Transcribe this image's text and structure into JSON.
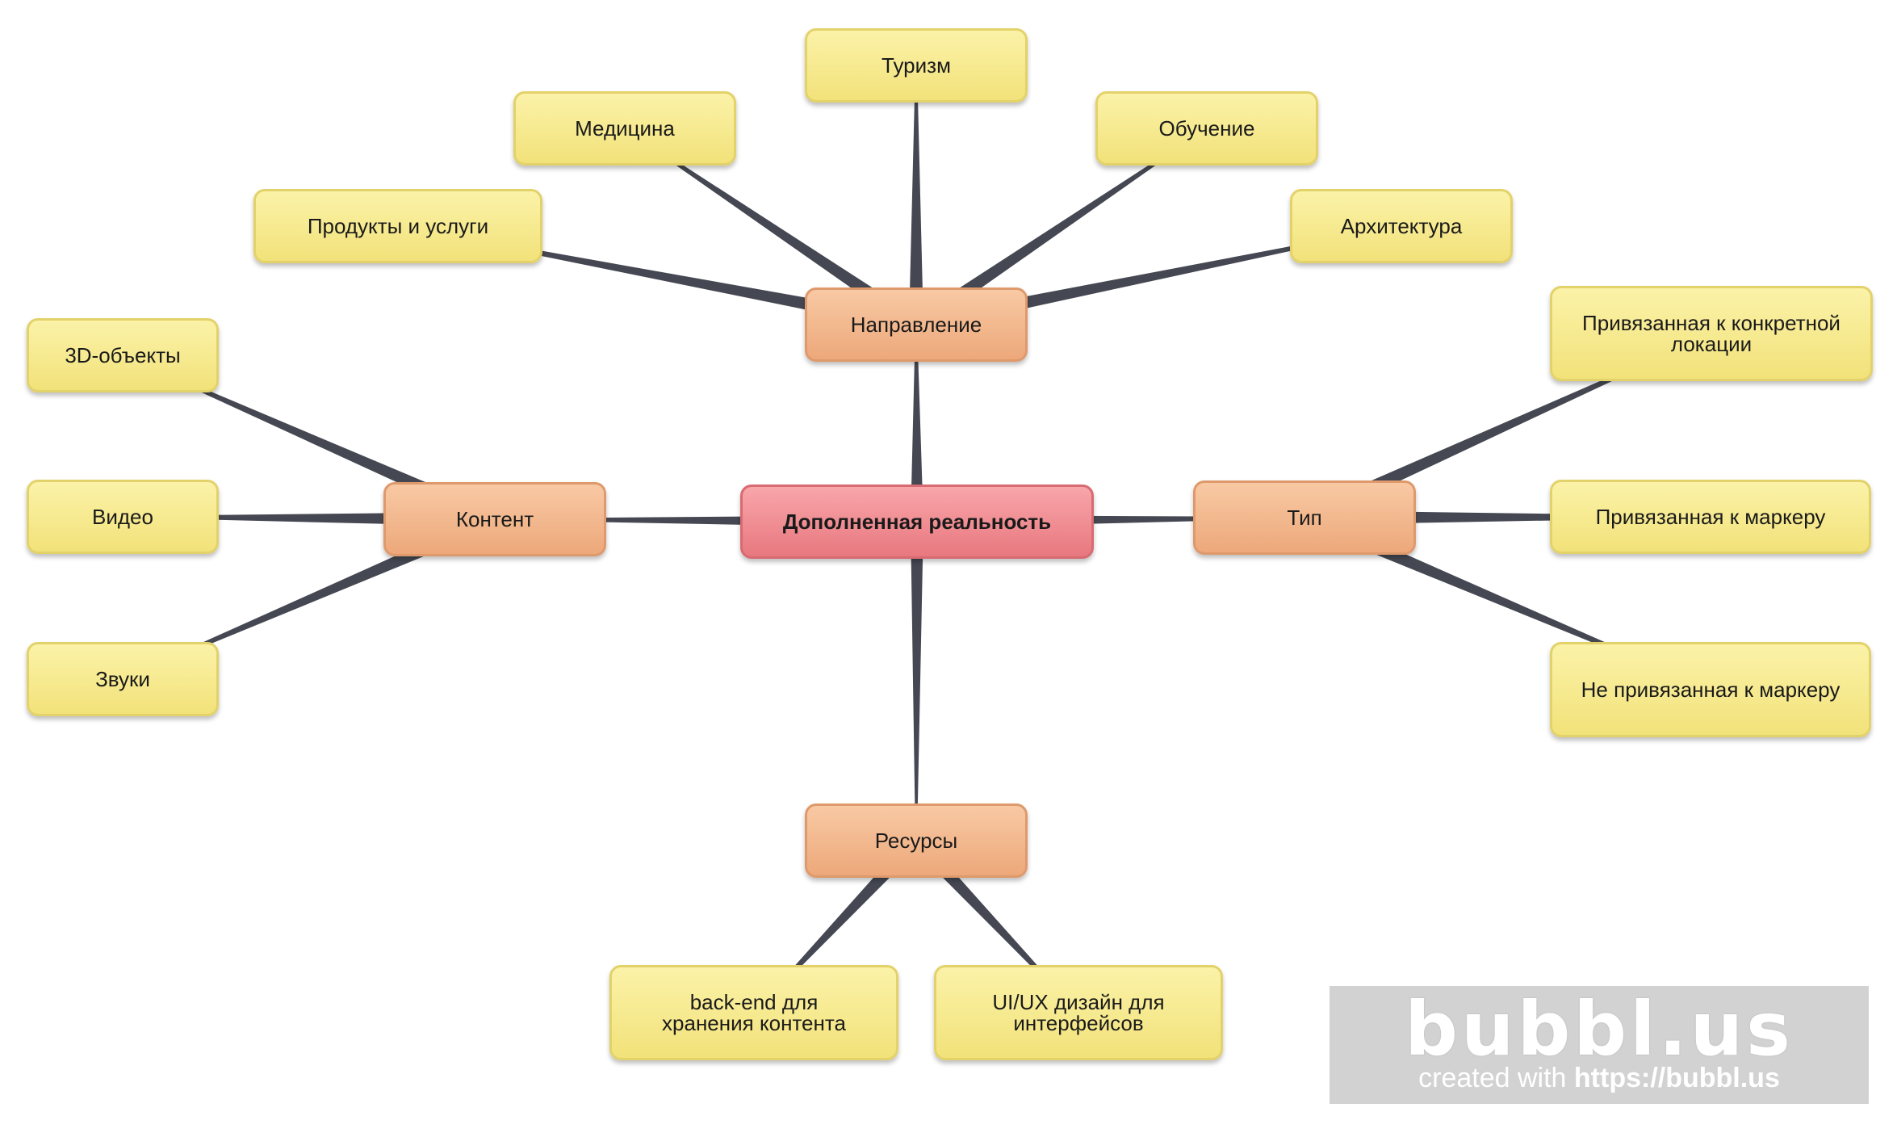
{
  "diagram": {
    "root": {
      "id": "root",
      "label": "Дополненная реальность"
    },
    "branches": [
      {
        "id": "b-dir",
        "label": "Направление"
      },
      {
        "id": "b-content",
        "label": "Контент"
      },
      {
        "id": "b-type",
        "label": "Тип"
      },
      {
        "id": "b-res",
        "label": "Ресурсы"
      }
    ],
    "leaves": [
      {
        "id": "l-tourism",
        "label": "Туризм",
        "parent": "b-dir"
      },
      {
        "id": "l-medicine",
        "label": "Медицина",
        "parent": "b-dir"
      },
      {
        "id": "l-learning",
        "label": "Обучение",
        "parent": "b-dir"
      },
      {
        "id": "l-products",
        "label": "Продукты и услуги",
        "parent": "b-dir"
      },
      {
        "id": "l-arch",
        "label": "Архитектура",
        "parent": "b-dir"
      },
      {
        "id": "l-3d",
        "label": "3D-объекты",
        "parent": "b-content"
      },
      {
        "id": "l-video",
        "label": "Видео",
        "parent": "b-content"
      },
      {
        "id": "l-sound",
        "label": "Звуки",
        "parent": "b-content"
      },
      {
        "id": "l-location",
        "label": "Привязанная к конкретной\nлокации",
        "parent": "b-type"
      },
      {
        "id": "l-marker",
        "label": "Привязанная к маркеру",
        "parent": "b-type"
      },
      {
        "id": "l-nomarker",
        "label": "Не привязанная к маркеру",
        "parent": "b-type"
      },
      {
        "id": "l-backend",
        "label": "back-end для\nхранения контента",
        "parent": "b-res"
      },
      {
        "id": "l-uiux",
        "label": "UI/UX дизайн для\nинтерфейсов",
        "parent": "b-res"
      }
    ]
  },
  "watermark": {
    "logo": "bubbl.us",
    "prefix": "created with",
    "url": "https://bubbl.us"
  },
  "colors": {
    "root": "#e8787f",
    "branch": "#eda87a",
    "leaf": "#f2e27a",
    "connector": "#454852"
  }
}
